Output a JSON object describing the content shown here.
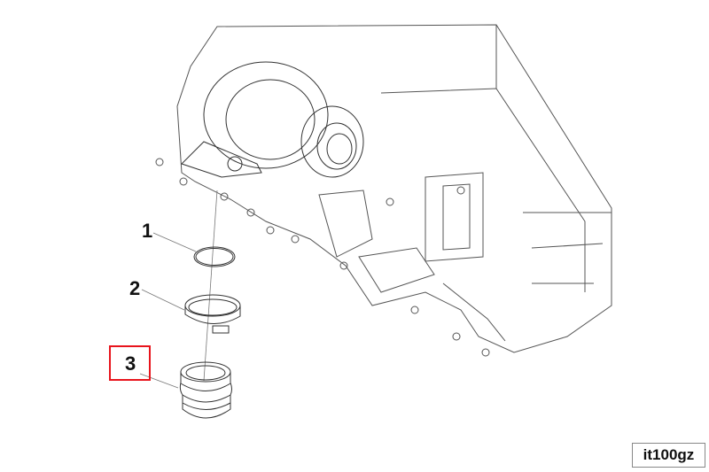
{
  "callouts": [
    {
      "number": "1"
    },
    {
      "number": "2"
    },
    {
      "number": "3"
    }
  ],
  "highlighted_callout": "3",
  "highlight_color": "#e8141c",
  "drawing_code": "it100gz"
}
